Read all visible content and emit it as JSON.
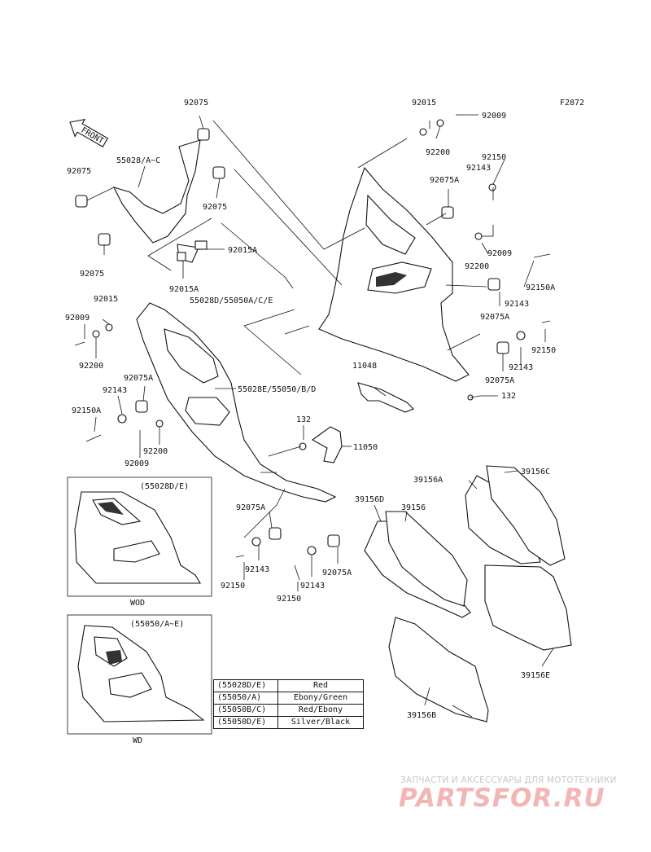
{
  "figure_code": "F2872",
  "front_marker": "FRONT",
  "labels": {
    "l01": "92075",
    "l02": "55028/A~C",
    "l03": "92075",
    "l04": "92075",
    "l05": "92075",
    "l06": "92015A",
    "l07": "92015A",
    "l08": "92015",
    "l09": "92009",
    "l10": "92200",
    "l11": "92150",
    "l12": "92143",
    "l13": "92075A",
    "l14": "92009",
    "l15": "92200",
    "l16": "92150A",
    "l17": "92143",
    "l18": "92075A",
    "l19": "55028D/55050A/C/E",
    "l20": "92015",
    "l21": "92009",
    "l22": "92200",
    "l23": "92150",
    "l24": "92143",
    "l25": "92075A",
    "l26": "11048",
    "l27": "132",
    "l28": "55028E/55050/B/D",
    "l29": "92075A",
    "l30": "92143",
    "l31": "92150A",
    "l32": "92200",
    "l33": "92009",
    "l34": "132",
    "l35": "11050",
    "l36": "39156A",
    "l37": "39156C",
    "l38": "39156D",
    "l39": "39156",
    "l40": "92075A",
    "l41": "92143",
    "l42": "92150",
    "l43": "92143",
    "l44": "92075A",
    "l45": "92150",
    "l46": "39156E",
    "l47": "39156B"
  },
  "insets": [
    {
      "code": "(55028D/E)",
      "caption": "WOD"
    },
    {
      "code": "(55050/A~E)",
      "caption": "WD"
    }
  ],
  "color_table": [
    {
      "code": "(55028D/E)",
      "color": "Red"
    },
    {
      "code": "(55050/A)",
      "color": "Ebony/Green"
    },
    {
      "code": "(55050B/C)",
      "color": "Red/Ebony"
    },
    {
      "code": "(55050D/E)",
      "color": "Silver/Black"
    }
  ],
  "watermark": {
    "tagline": "ЗАПЧАСТИ И АКСЕССУАРЫ ДЛЯ МОТОТЕХНИКИ",
    "brand": "PARTSFOR.RU",
    "color": "#f4b5b5"
  }
}
